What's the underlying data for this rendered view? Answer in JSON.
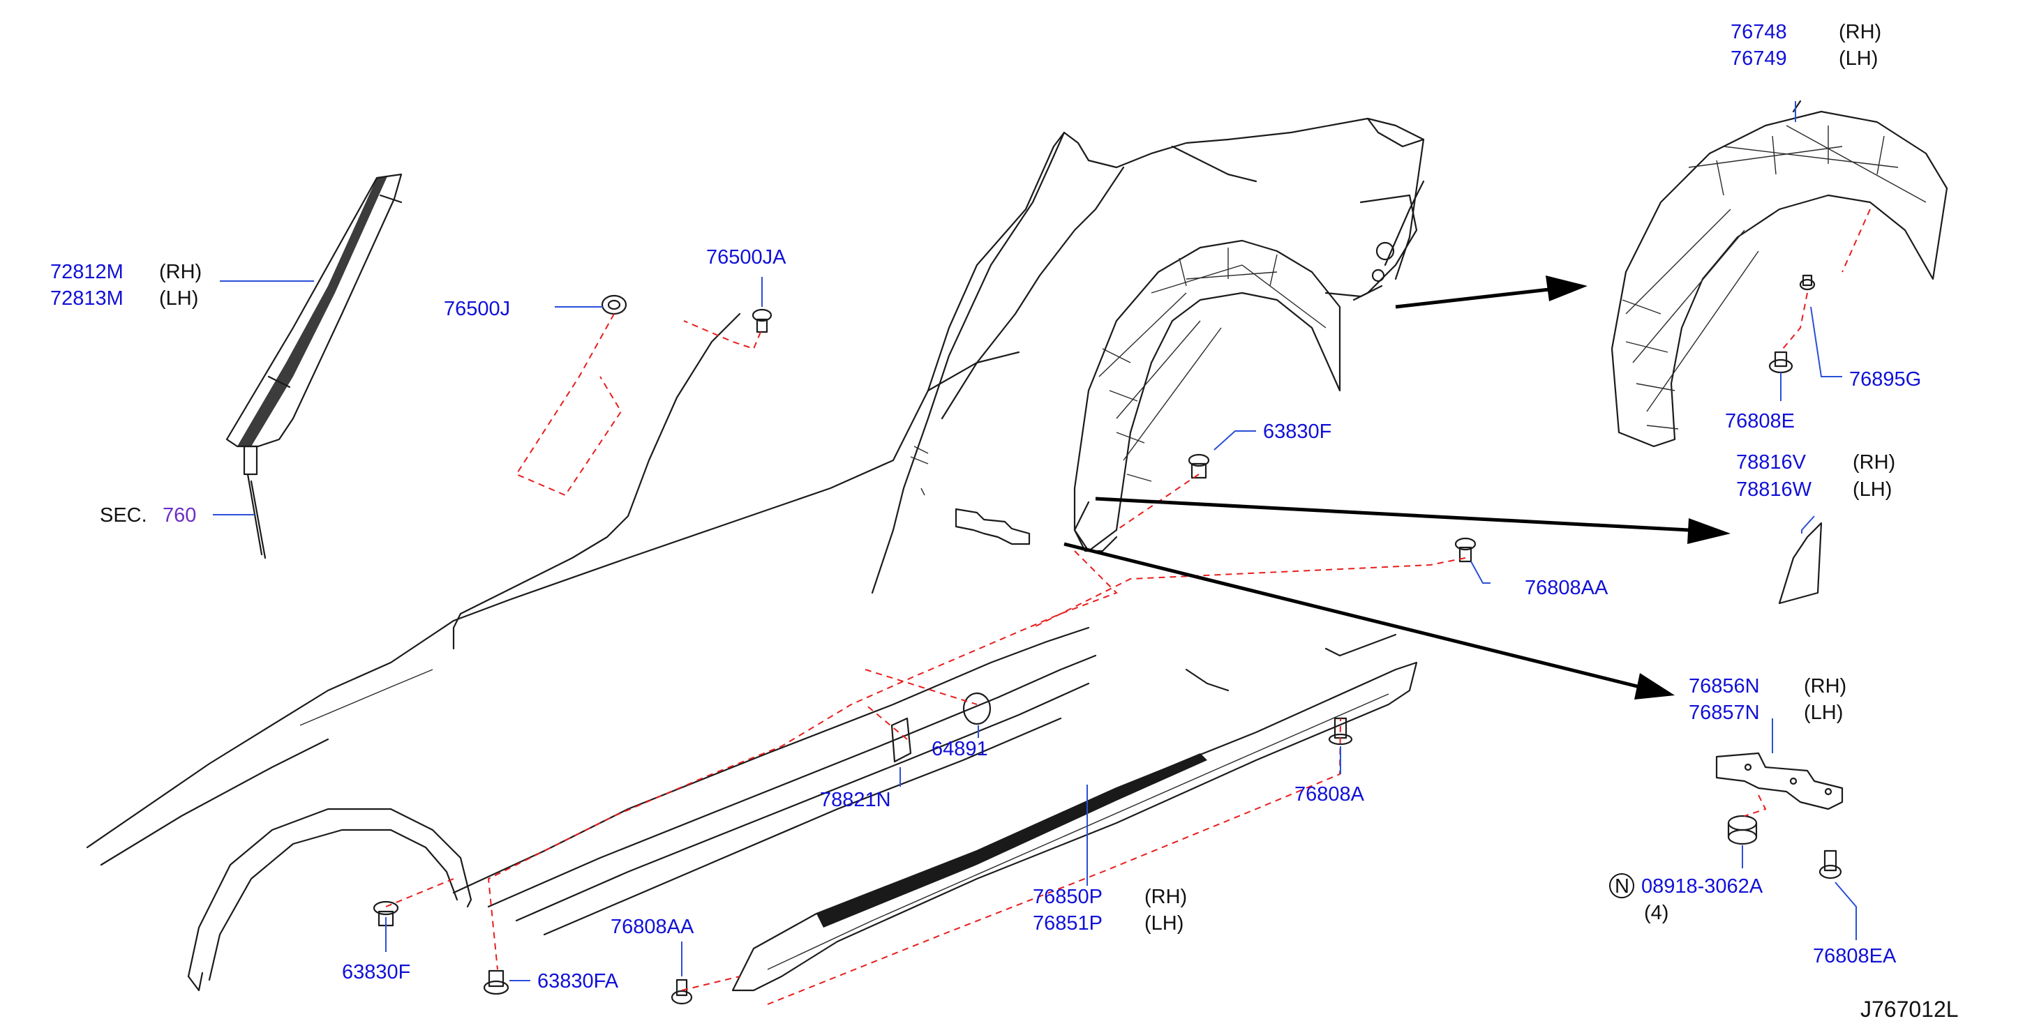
{
  "diagram_code": "J767012L",
  "colors": {
    "part_number": "#1010d8",
    "section_ref": "#6a2ec8",
    "fit_line": "#e81d1d",
    "leader": "#2a4fd8",
    "ink": "#1b1b1b"
  },
  "labels": {
    "pillar_rh": {
      "pn": "72812M",
      "side": "(RH)"
    },
    "pillar_lh": {
      "pn": "72813M",
      "side": "(LH)"
    },
    "sec_prefix": "SEC.",
    "sec_ref": "760",
    "clip_76500j": "76500J",
    "clip_76500ja": "76500JA",
    "clip_63830f_top": "63830F",
    "clip_63830f_bottom": "63830F",
    "clip_63830fa": "63830FA",
    "liner_rh": {
      "pn": "76748",
      "side": "(RH)"
    },
    "liner_lh": {
      "pn": "76749",
      "side": "(LH)"
    },
    "clip_76895g": "76895G",
    "clip_76808e": "76808E",
    "protector_rh": {
      "pn": "78816V",
      "side": "(RH)"
    },
    "protector_lh": {
      "pn": "78816W",
      "side": "(LH)"
    },
    "clip_76808aa_top": "76808AA",
    "clip_76808aa_bottom": "76808AA",
    "clip_76808a": "76808A",
    "pad_78821n": "78821N",
    "plug_64891": "64891",
    "sill_rh": {
      "pn": "76850P",
      "side": "(RH)"
    },
    "sill_lh": {
      "pn": "76851P",
      "side": "(LH)"
    },
    "bracket_rh": {
      "pn": "76856N",
      "side": "(RH)"
    },
    "bracket_lh": {
      "pn": "76857N",
      "side": "(LH)"
    },
    "nut_badge": "N",
    "nut": "08918-3062A",
    "nut_qty": "(4)",
    "clip_76808ea": "76808EA"
  }
}
